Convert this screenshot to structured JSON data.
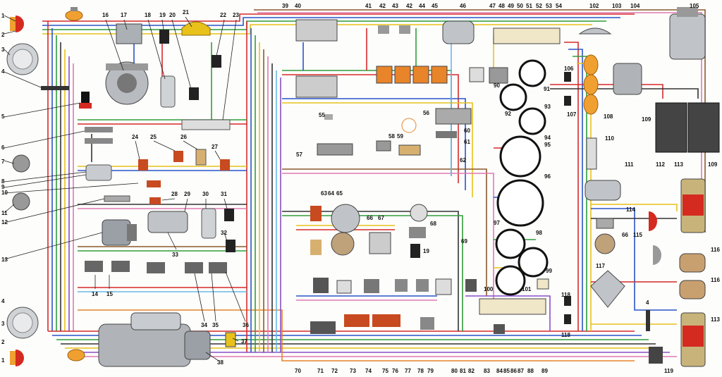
{
  "labels": {
    "l1": "1",
    "l2": "2",
    "l3": "3",
    "l4": "4",
    "l5": "5",
    "l6": "6",
    "l7": "7",
    "l8": "8",
    "l9": "9",
    "l10": "10",
    "l11": "11",
    "l12": "12",
    "l13": "13",
    "l14": "14",
    "l15": "15",
    "l16": "16",
    "l17": "17",
    "l18": "18",
    "l19": "19",
    "l20": "20",
    "l21": "21",
    "l22": "22",
    "l23": "23",
    "l24": "24",
    "l25": "25",
    "l26": "26",
    "l27": "27",
    "l28": "28",
    "l29": "29",
    "l30": "30",
    "l31": "31",
    "l32": "32",
    "l33": "33",
    "l34": "34",
    "l35": "35",
    "l36": "36",
    "l37": "37",
    "l38": "38",
    "l39": "39",
    "l40": "40",
    "l41": "41",
    "l42": "42",
    "l43": "43",
    "l44": "44",
    "l45": "45",
    "l46": "46",
    "l47": "47",
    "l48": "48",
    "l49": "49",
    "l50": "50",
    "l51": "51",
    "l52": "52",
    "l53": "53",
    "l54": "54",
    "l55": "55",
    "l56": "56",
    "l57": "57",
    "l58": "58",
    "l59": "59",
    "l60": "60",
    "l61": "61",
    "l62": "62",
    "l63": "63",
    "l64": "64",
    "l65": "65",
    "l66": "66",
    "l67": "67",
    "l68": "68",
    "l69": "69",
    "l70": "70",
    "l71": "71",
    "l72": "72",
    "l73": "73",
    "l74": "74",
    "l75": "75",
    "l76": "76",
    "l77": "77",
    "l78": "78",
    "l79": "79",
    "l80": "80",
    "l81": "81",
    "l82": "82",
    "l83": "83",
    "l84": "84",
    "l85": "85",
    "l86": "86",
    "l87": "87",
    "l88": "88",
    "l89": "89",
    "l90": "90",
    "l91": "91",
    "l92": "92",
    "l93": "93",
    "l94": "94",
    "l95": "95",
    "l96": "96",
    "l97": "97",
    "l98": "98",
    "l99": "99",
    "l100": "100",
    "l101": "101",
    "l102": "102",
    "l103": "103",
    "l104": "104",
    "l105": "105",
    "l106": "106",
    "l107": "107",
    "l108": "108",
    "l109": "109",
    "l110": "110",
    "l111": "111",
    "l112": "112",
    "l113": "113",
    "l114": "114",
    "l115": "115",
    "l116": "116",
    "l117": "117",
    "l118": "118",
    "l119": "119"
  },
  "colors": {
    "wire_red": "#d62a2a",
    "wire_blue": "#2a55c8",
    "wire_green": "#2f9e3a",
    "wire_yellow": "#e8c21a",
    "wire_black": "#333333",
    "wire_brown": "#8a5a2b",
    "wire_pink": "#e07ab0",
    "wire_violet": "#8a4fc8",
    "wire_grey": "#9a9a9a",
    "wire_orange": "#e8842a",
    "wire_lightblue": "#6ab8e8",
    "lamp_orange": "#f0a030",
    "lamp_red": "#d42a20",
    "component_grey": "#9aa0a6"
  }
}
